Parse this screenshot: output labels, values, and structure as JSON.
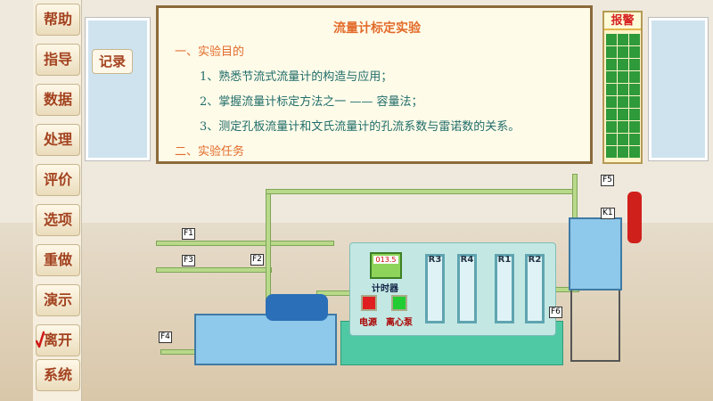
{
  "sidebar": {
    "items": [
      {
        "label": "帮助"
      },
      {
        "label": "指导"
      },
      {
        "label": "数据"
      },
      {
        "label": "处理"
      },
      {
        "label": "评价"
      },
      {
        "label": "选项"
      },
      {
        "label": "重做"
      },
      {
        "label": "演示"
      },
      {
        "label": "离开"
      },
      {
        "label": "系统"
      }
    ]
  },
  "record_button": "记录",
  "board": {
    "title": "流量计标定实验",
    "section1": "一、实验目的",
    "items": [
      "1、熟悉节流式流量计的构造与应用；",
      "2、掌握流量计标定方法之一 —— 容量法；",
      "3、测定孔板流量计和文氏流量计的孔流系数与雷诺数的关系。"
    ],
    "section2": "二、实验任务"
  },
  "alarm": {
    "label": "报警",
    "indicator_color": "#2e9a3a"
  },
  "apparatus": {
    "timer_value": "013.5",
    "timer_label": "计时器",
    "power_label": "电源",
    "pump_label": "离心泵",
    "power_color": "#e02020",
    "pump_color": "#22cc33",
    "tubes": [
      "R3",
      "R4",
      "R1",
      "R2"
    ],
    "valves": [
      "F1",
      "F2",
      "F3",
      "F4",
      "F5",
      "F6",
      "K1"
    ]
  }
}
